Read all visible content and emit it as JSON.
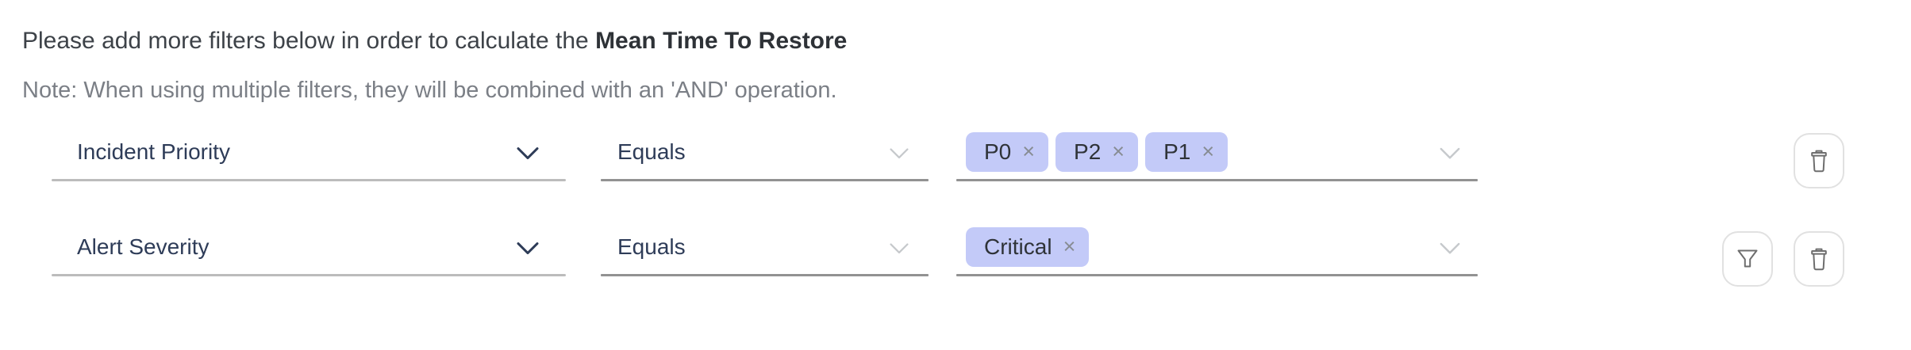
{
  "header": {
    "line1_prefix": "Please add more filters below in order to calculate the ",
    "line1_bold": "Mean Time To Restore",
    "note": "Note: When using multiple filters, they will be combined with an 'AND' operation."
  },
  "filter_rows": [
    {
      "field": "Incident Priority",
      "operator": "Equals",
      "values": [
        "P0",
        "P2",
        "P1"
      ],
      "actions": [
        "delete"
      ]
    },
    {
      "field": "Alert Severity",
      "operator": "Equals",
      "values": [
        "Critical"
      ],
      "actions": [
        "filter",
        "delete"
      ]
    }
  ],
  "chip_remove_glyph": "×",
  "icons": {
    "field_dropdown": "chevron-down-icon",
    "delete_row": "trash-icon",
    "filter_row": "funnel-icon"
  },
  "colors": {
    "chip_bg": "#c3caf8",
    "chip_text": "#2f3338",
    "field_text": "#2e3c58",
    "note_text": "#7b7f86",
    "icon_gray": "#6e6e6e"
  }
}
